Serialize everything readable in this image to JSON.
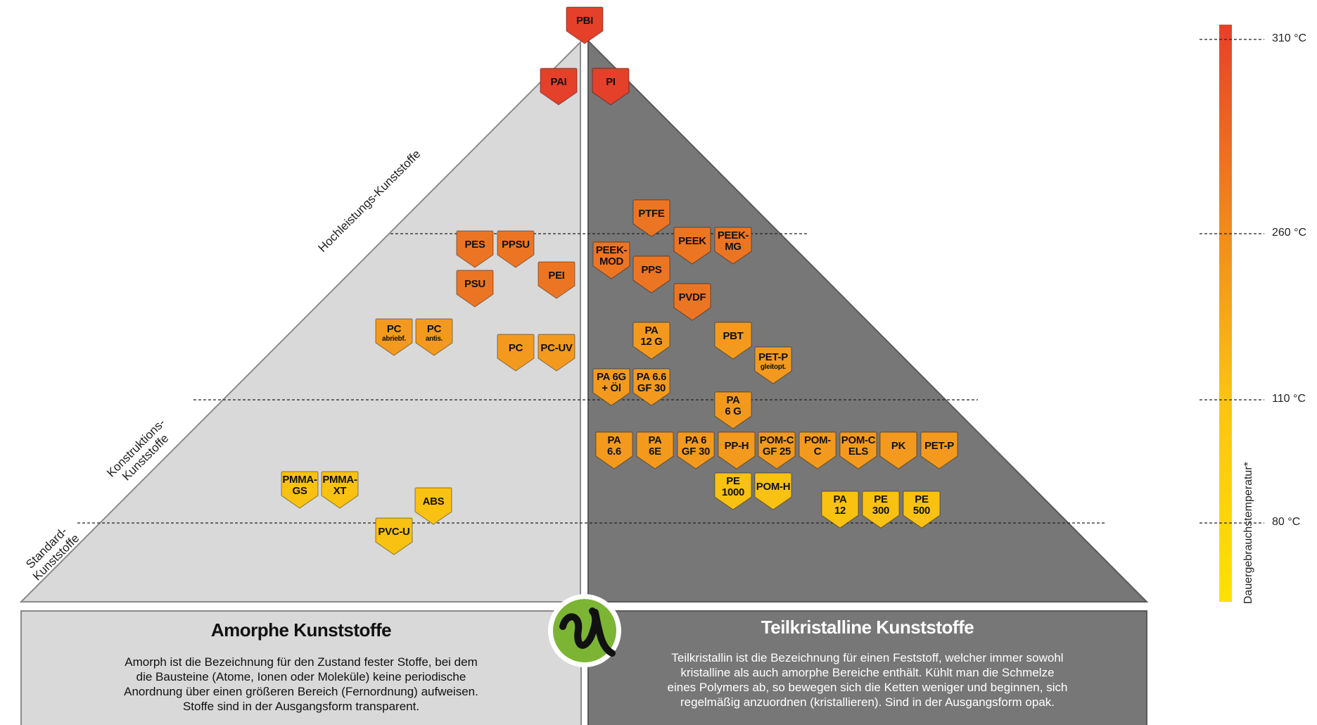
{
  "categories": {
    "high": "Hochleistungs-Kunststoffe",
    "engineering": [
      "Konstruktions-",
      "Kunststoffe"
    ],
    "standard": [
      "Standard-",
      "Kunststoffe"
    ]
  },
  "amorphous": {
    "title": "Amorphe Kunststoffe",
    "text": [
      "Amorph ist die Bezeichnung für den Zustand fester Stoffe, bei dem",
      "die Bausteine (Atome, Ionen oder Moleküle)  keine periodische",
      "Anordnung über einen größeren Bereich (Fernordnung) aufweisen.",
      "Stoffe sind in der Ausgangsform transparent."
    ]
  },
  "semicrystalline": {
    "title": "Teilkristalline Kunststoffe",
    "text": [
      "Teilkristallin ist die Bezeichnung für einen Feststoff, welcher immer sowohl",
      "kristalline als auch amorphe Bereiche enthält. Kühlt man die Schmelze",
      "eines Polymers ab, so bewegen sich die Ketten weniger und beginnen, sich",
      "regelmäßig anzuordnen (kristallieren). Sind in der Ausgangsform opak."
    ]
  },
  "temperature_scale": {
    "label": "Dauergebrauchstemperatur*",
    "ticks": [
      "310 °C",
      "260 °C",
      "110 °C",
      "80 °C"
    ],
    "colors": {
      "top": "#e8402a",
      "mid": "#f08a1c",
      "bottom": "#ffe100"
    }
  },
  "colors": {
    "red": "#e5402a",
    "orange": "#ec7524",
    "amberorange": "#f39a1e",
    "yellow": "#f9c111",
    "amorph_bg": "#d9d9d9",
    "teil_bg": "#777777",
    "logo_green": "#7cb534"
  },
  "materials": {
    "pbi": {
      "l1": "PBI",
      "l2": "",
      "sub": "",
      "color": "red"
    },
    "pai": {
      "l1": "PAI",
      "l2": "",
      "sub": "",
      "color": "red"
    },
    "pi": {
      "l1": "PI",
      "l2": "",
      "sub": "",
      "color": "red"
    },
    "pes": {
      "l1": "PES",
      "l2": "",
      "sub": "",
      "color": "orange"
    },
    "ppsu": {
      "l1": "PPSU",
      "l2": "",
      "sub": "",
      "color": "orange"
    },
    "psu": {
      "l1": "PSU",
      "l2": "",
      "sub": "",
      "color": "orange"
    },
    "pei": {
      "l1": "PEI",
      "l2": "",
      "sub": "",
      "color": "orange"
    },
    "pc_abr": {
      "l1": "PC",
      "l2": "",
      "sub": "abriebf.",
      "color": "amberorange"
    },
    "pc_antis": {
      "l1": "PC",
      "l2": "",
      "sub": "antis.",
      "color": "amberorange"
    },
    "pc": {
      "l1": "PC",
      "l2": "",
      "sub": "",
      "color": "amberorange"
    },
    "pc_uv": {
      "l1": "PC-UV",
      "l2": "",
      "sub": "",
      "color": "amberorange"
    },
    "pmma_gs": {
      "l1": "PMMA-",
      "l2": "GS",
      "sub": "",
      "color": "yellow"
    },
    "pmma_xt": {
      "l1": "PMMA-",
      "l2": "XT",
      "sub": "",
      "color": "yellow"
    },
    "abs": {
      "l1": "ABS",
      "l2": "",
      "sub": "",
      "color": "yellow"
    },
    "pvc_u": {
      "l1": "PVC-U",
      "l2": "",
      "sub": "",
      "color": "yellow"
    },
    "ptfe": {
      "l1": "PTFE",
      "l2": "",
      "sub": "",
      "color": "orange"
    },
    "peek": {
      "l1": "PEEK",
      "l2": "",
      "sub": "",
      "color": "orange"
    },
    "peek_mg": {
      "l1": "PEEK-",
      "l2": "MG",
      "sub": "",
      "color": "orange"
    },
    "peek_mod": {
      "l1": "PEEK-",
      "l2": "MOD",
      "sub": "",
      "color": "orange"
    },
    "pps": {
      "l1": "PPS",
      "l2": "",
      "sub": "",
      "color": "orange"
    },
    "pvdf": {
      "l1": "PVDF",
      "l2": "",
      "sub": "",
      "color": "orange"
    },
    "pa12g": {
      "l1": "PA",
      "l2": "12 G",
      "sub": "",
      "color": "amberorange"
    },
    "pbt": {
      "l1": "PBT",
      "l2": "",
      "sub": "",
      "color": "amberorange"
    },
    "petp_gl": {
      "l1": "PET-P",
      "l2": "",
      "sub": "gleitopt.",
      "color": "amberorange"
    },
    "pa6g_oel": {
      "l1": "PA 6G",
      "l2": "+ Öl",
      "sub": "",
      "color": "amberorange"
    },
    "pa66gf30": {
      "l1": "PA 6.6",
      "l2": "GF 30",
      "sub": "",
      "color": "amberorange"
    },
    "pa6g": {
      "l1": "PA",
      "l2": "6 G",
      "sub": "",
      "color": "amberorange"
    },
    "pa66": {
      "l1": "PA",
      "l2": "6.6",
      "sub": "",
      "color": "amberorange"
    },
    "pa6e": {
      "l1": "PA",
      "l2": "6E",
      "sub": "",
      "color": "amberorange"
    },
    "pa6gf30": {
      "l1": "PA 6",
      "l2": "GF 30",
      "sub": "",
      "color": "amberorange"
    },
    "pph": {
      "l1": "PP-H",
      "l2": "",
      "sub": "",
      "color": "amberorange"
    },
    "pomc_gf25": {
      "l1": "POM-C",
      "l2": "GF 25",
      "sub": "",
      "color": "amberorange"
    },
    "pomc": {
      "l1": "POM-",
      "l2": "C",
      "sub": "",
      "color": "amberorange"
    },
    "pomc_els": {
      "l1": "POM-C",
      "l2": "ELS",
      "sub": "",
      "color": "amberorange"
    },
    "pk": {
      "l1": "PK",
      "l2": "",
      "sub": "",
      "color": "amberorange"
    },
    "petp": {
      "l1": "PET-P",
      "l2": "",
      "sub": "",
      "color": "amberorange"
    },
    "pe1000": {
      "l1": "PE",
      "l2": "1000",
      "sub": "",
      "color": "yellow"
    },
    "pomh": {
      "l1": "POM-H",
      "l2": "",
      "sub": "",
      "color": "yellow"
    },
    "pa12": {
      "l1": "PA",
      "l2": "12",
      "sub": "",
      "color": "yellow"
    },
    "pe300": {
      "l1": "PE",
      "l2": "300",
      "sub": "",
      "color": "yellow"
    },
    "pe500": {
      "l1": "PE",
      "l2": "500",
      "sub": "",
      "color": "yellow"
    }
  }
}
